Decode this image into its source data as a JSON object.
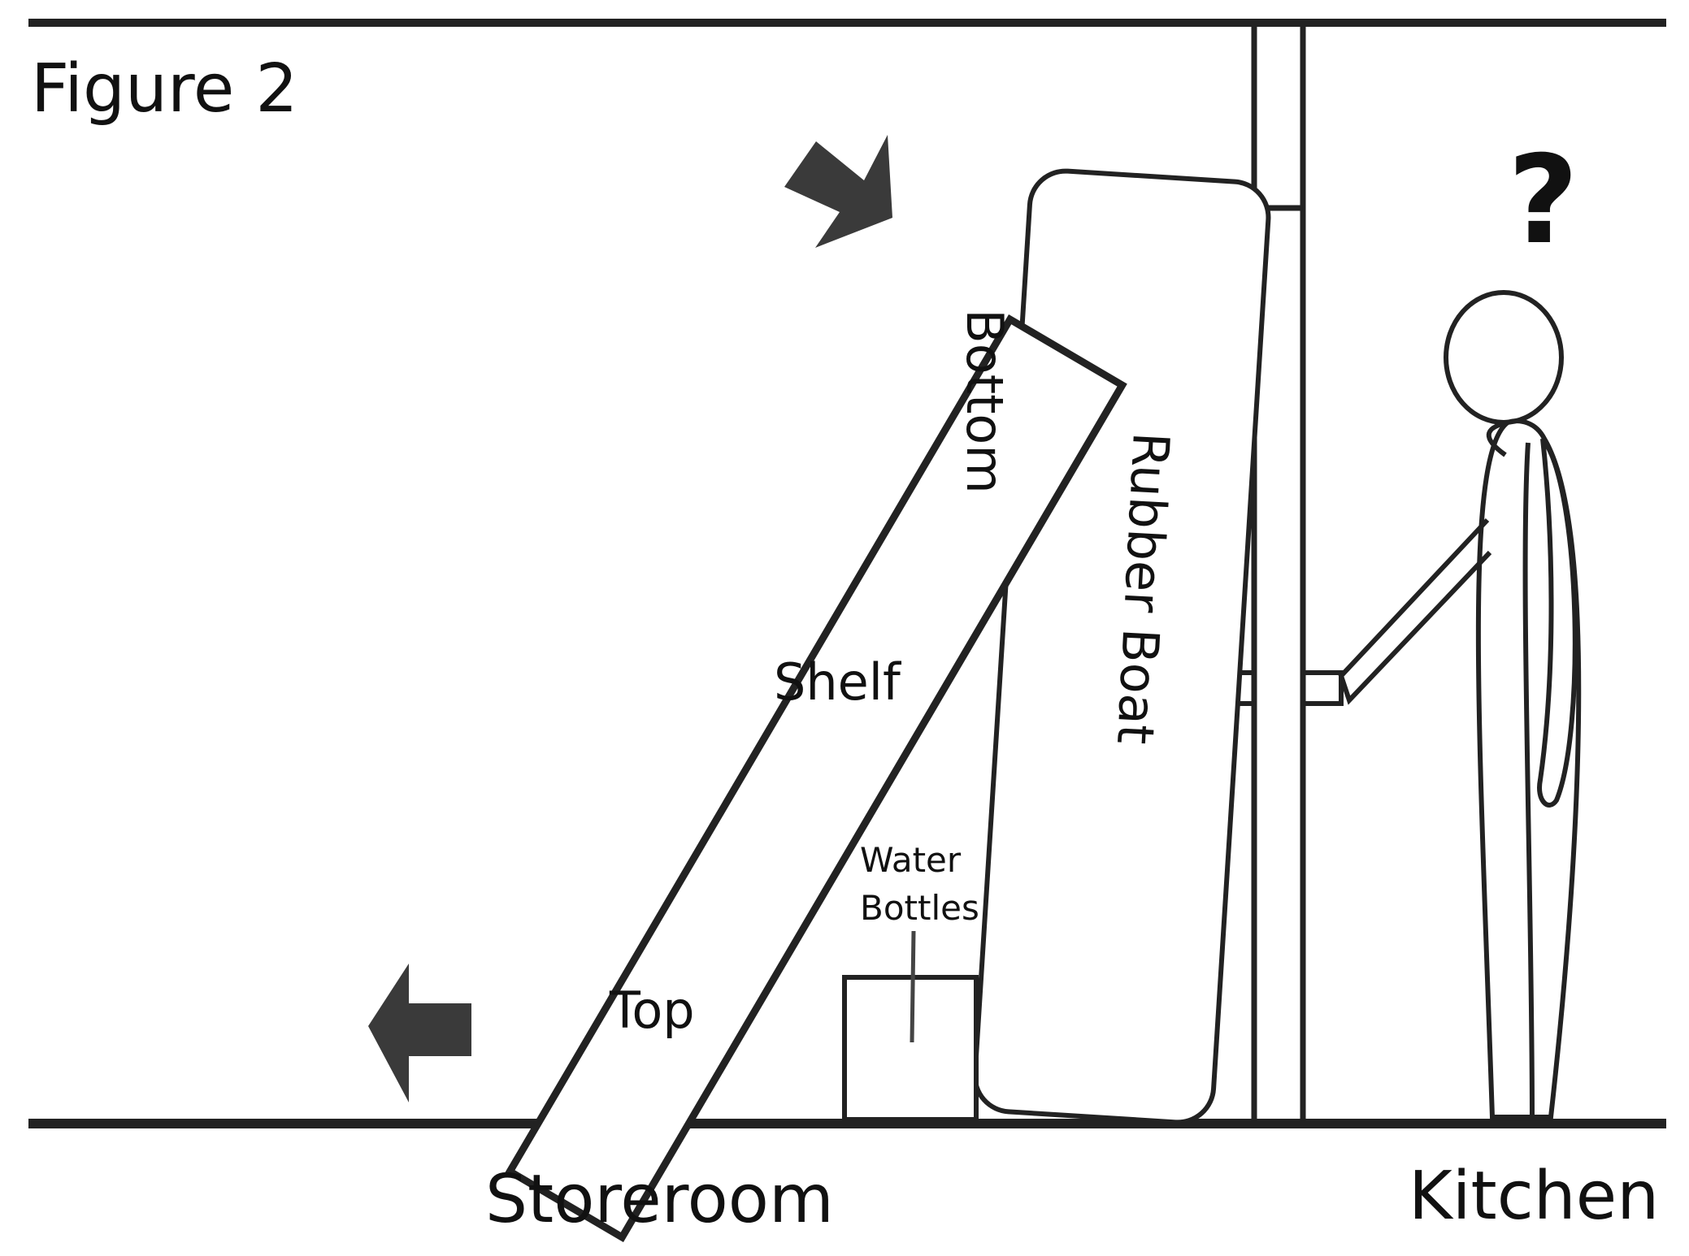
{
  "figure": {
    "title": "Figure 2"
  },
  "labels": {
    "shelf": "Shelf",
    "shelf_bottom": "Bottom",
    "shelf_top": "Top",
    "rubber_boat": "Rubber Boat",
    "water_bottles_line1": "Water",
    "water_bottles_line2": "Bottles",
    "question_mark": "?",
    "storeroom": "Storeroom",
    "kitchen": "Kitchen"
  },
  "colors": {
    "line": "#222222",
    "arrow": "#3a3a3a",
    "background": "#ffffff"
  }
}
